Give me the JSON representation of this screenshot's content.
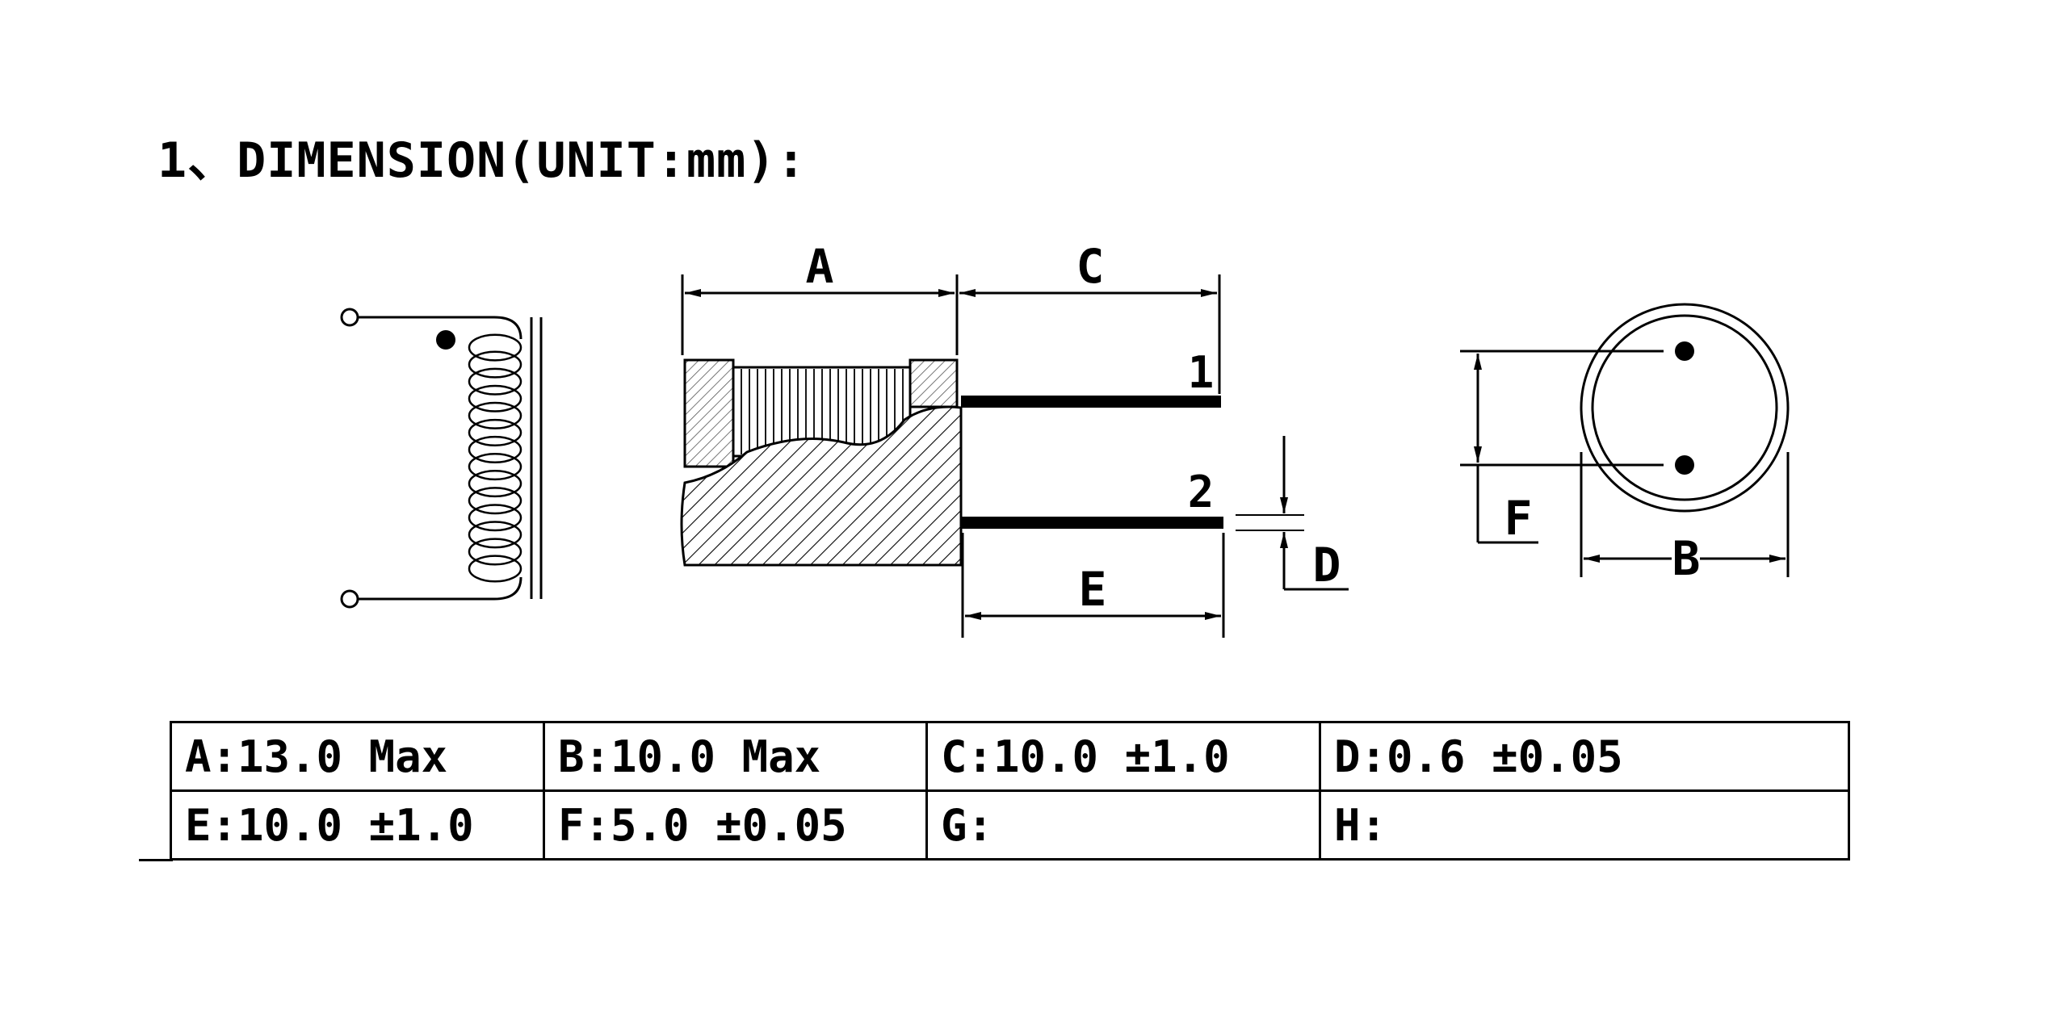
{
  "title": "1、DIMENSION(UNIT:mm):",
  "diagram": {
    "labels": {
      "A": "A",
      "B": "B",
      "C": "C",
      "D": "D",
      "E": "E",
      "F": "F",
      "pin1": "1",
      "pin2": "2"
    }
  },
  "spec_table": {
    "rows": [
      [
        "A:13.0 Max",
        "B:10.0 Max",
        "C:10.0 ±1.0",
        "D:0.6 ±0.05"
      ],
      [
        "E:10.0 ±1.0",
        "F:5.0 ±0.05",
        "G:",
        "H:"
      ]
    ]
  }
}
